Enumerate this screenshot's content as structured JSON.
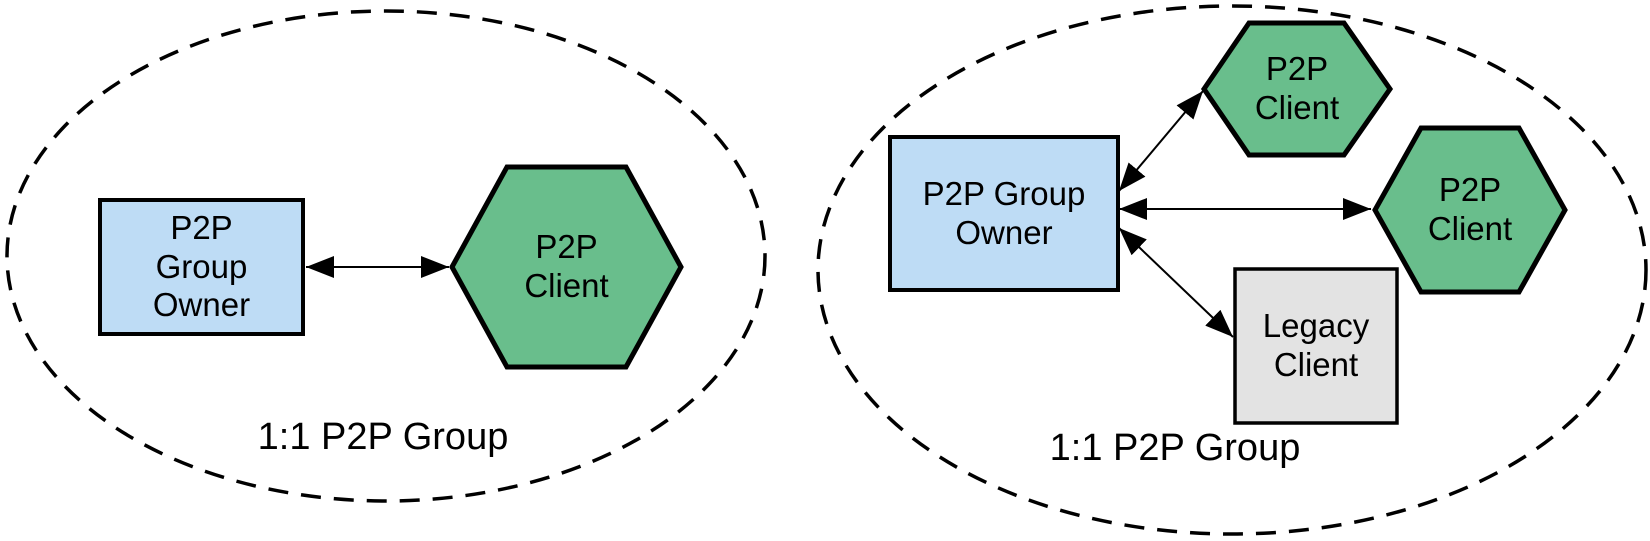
{
  "diagram": {
    "colors": {
      "group_owner_fill": "#BEDCF5",
      "p2p_client_fill": "#69BE8C",
      "legacy_client_fill": "#E3E3E3",
      "line": "#000000"
    },
    "left_group": {
      "caption": "1:1 P2P Group",
      "owner": {
        "lines": [
          "P2P",
          "Group",
          "Owner"
        ]
      },
      "client": {
        "lines": [
          "P2P",
          "Client"
        ]
      },
      "edges": [
        "P2P Group Owner <-> P2P Client"
      ]
    },
    "right_group": {
      "caption": "1:1 P2P Group",
      "owner": {
        "lines": [
          "P2P Group",
          "Owner"
        ]
      },
      "client_top": {
        "lines": [
          "P2P",
          "Client"
        ]
      },
      "client_right": {
        "lines": [
          "P2P",
          "Client"
        ]
      },
      "legacy_client": {
        "lines": [
          "Legacy",
          "Client"
        ]
      },
      "edges": [
        "P2P Group Owner <-> P2P Client (top)",
        "P2P Group Owner <-> P2P Client (right)",
        "P2P Group Owner <-> Legacy Client"
      ]
    }
  }
}
